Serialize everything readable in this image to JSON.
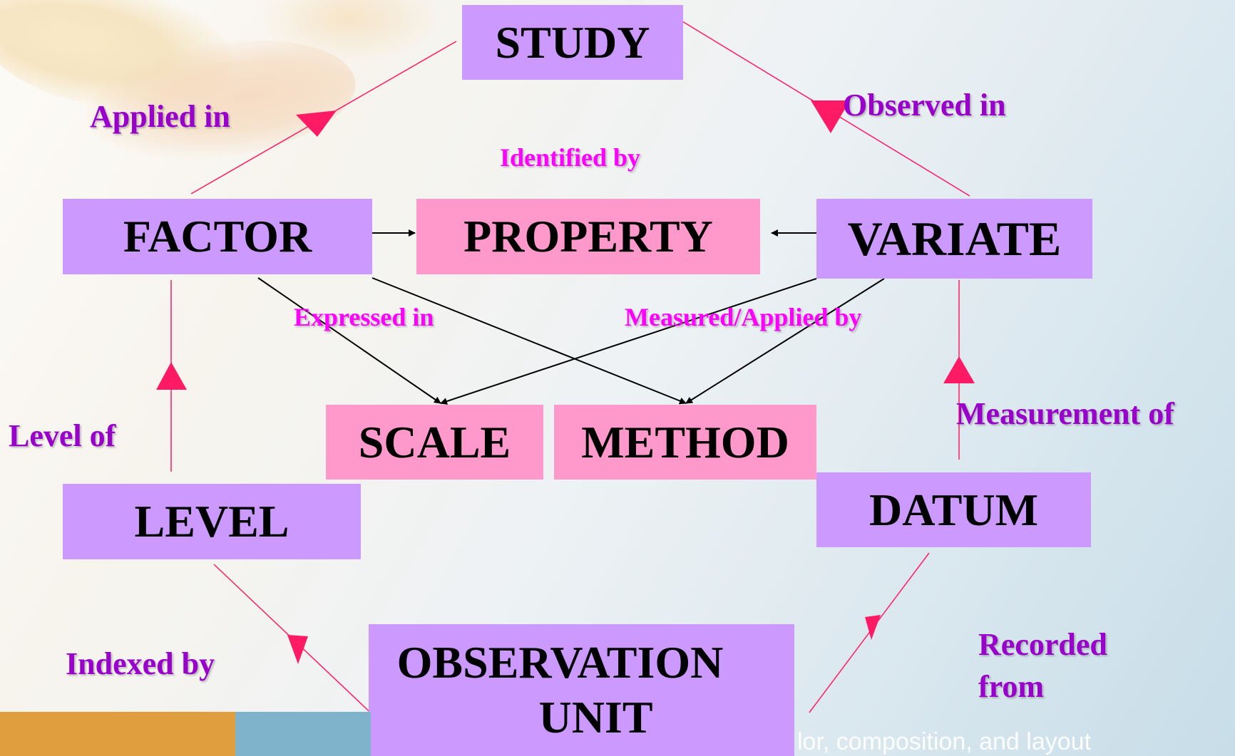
{
  "boxes": {
    "study": "STUDY",
    "factor": "FACTOR",
    "property": "PROPERTY",
    "variate": "VARIATE",
    "scale": "SCALE",
    "method": "METHOD",
    "level": "LEVEL",
    "datum": "DATUM",
    "observation_unit_line1": "OBSERVATION",
    "observation_unit_line2": "UNIT"
  },
  "relations": {
    "applied_in": "Applied in",
    "observed_in": "Observed in",
    "identified_by": "Identified by",
    "expressed_in": "Expressed in",
    "measured_applied_by": "Measured/Applied by",
    "level_of": "Level of",
    "measurement_of": "Measurement of",
    "indexed_by": "Indexed by",
    "recorded_from_line1": "Recorded",
    "recorded_from_line2": "from"
  },
  "footer": {
    "partial_text": "lor, composition, and layout"
  },
  "colors": {
    "entity_box": "#cc99ff",
    "attribute_box": "#ff99cc",
    "relation_label": "#9900cc",
    "inner_label": "#ff00ff",
    "connector_red": "#ff1a66",
    "connector_black": "#000000"
  }
}
